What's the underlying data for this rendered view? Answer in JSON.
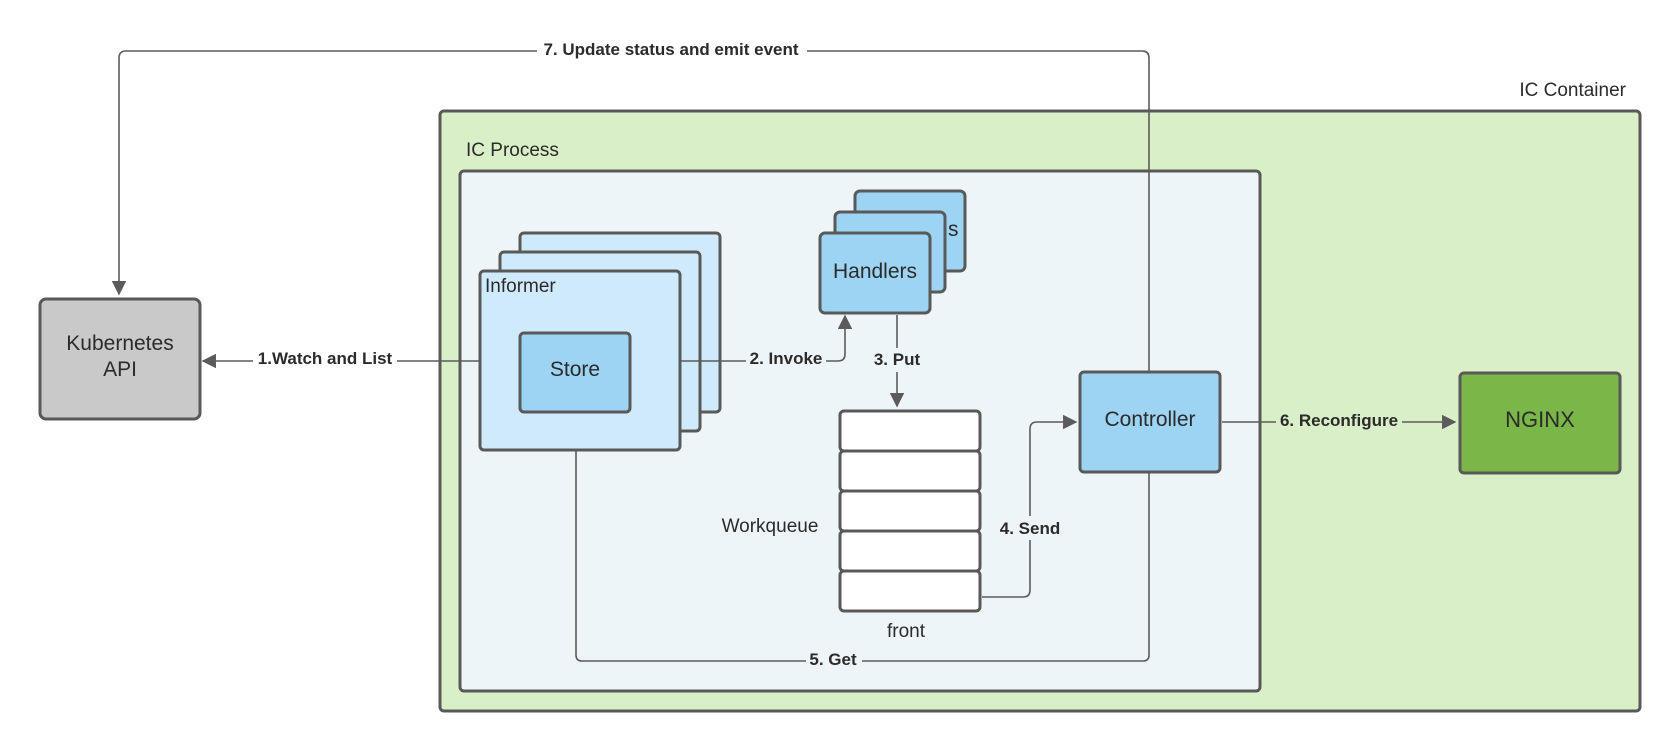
{
  "colors": {
    "container_fill": "#d9efc7",
    "process_fill": "#eef5f9",
    "light_blue": "#cfeafb",
    "mid_blue": "#9dd3f3",
    "gray_node": "#c9c9c9",
    "nginx_green": "#7ab648",
    "stroke": "#595959",
    "workqueue_fill": "#ffffff"
  },
  "labels": {
    "container": "IC Container",
    "process": "IC Process",
    "informer": "Informer",
    "store": "Store",
    "handlers": "Handlers",
    "handlers_back_fragment": "s",
    "workqueue": "Workqueue",
    "front": "front",
    "controller": "Controller",
    "nginx": "NGINX",
    "kubernetes_line1": "Kubernetes",
    "kubernetes_line2": "API"
  },
  "edges": {
    "watch_list": "1.Watch and List",
    "invoke": "2. Invoke",
    "put": "3. Put",
    "send": "4. Send",
    "get": "5. Get",
    "reconfigure": "6. Reconfigure",
    "update_status": "7. Update status and emit event"
  }
}
